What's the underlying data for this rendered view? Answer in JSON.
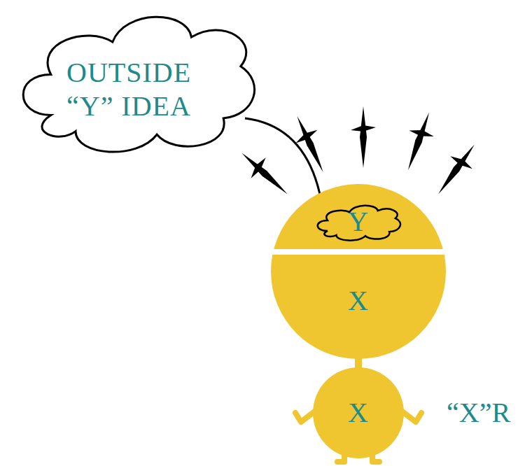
{
  "diagram": {
    "nodes": [
      {
        "text": [
          "OUTSIDE “Y” IDEA"
        ]
      },
      {
        "text": [
          "X"
        ]
      },
      {
        "text": [
          "Y"
        ],
        "in": 1
      },
      {
        "text": [
          "X"
        ]
      }
    ],
    "edges": [
      {
        "from": 0,
        "to": 2,
        "arrow": "to"
      }
    ],
    "labels": [
      "“X”R"
    ]
  }
}
